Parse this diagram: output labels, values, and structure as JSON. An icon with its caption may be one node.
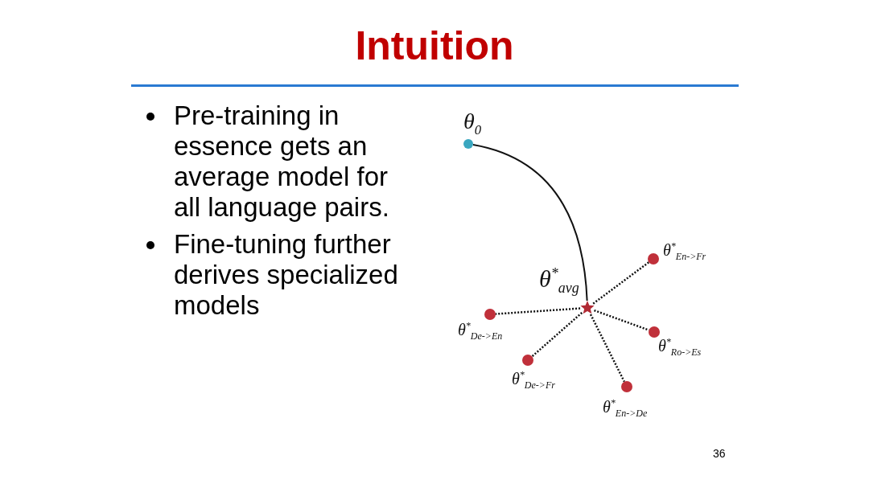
{
  "diagram": {
    "title": "Intuition",
    "nodes": [
      {
        "text": [],
        "shape": "circle",
        "beside": [
          "θ$_{0}$"
        ]
      },
      {
        "text": [],
        "shape": "circle",
        "beside": [
          "θ$^{*}$$_{En->Fr}$"
        ]
      },
      {
        "text": [],
        "shape": "star",
        "beside": [
          "θ$^{*}$$_{avg}$"
        ]
      },
      {
        "text": [],
        "shape": "circle",
        "beside": [
          "θ$^{*}$$_{De->En}$"
        ]
      },
      {
        "text": [],
        "shape": "circle",
        "beside": [
          "θ$^{*}$$_{Ro->Es}$"
        ]
      },
      {
        "text": [],
        "shape": "circle",
        "beside": [
          "θ$^{*}$$_{De->Fr}$"
        ]
      },
      {
        "text": [],
        "shape": "circle",
        "beside": [
          "θ$^{*}$$_{En->De}$"
        ]
      }
    ],
    "edges": [
      {
        "from": 0,
        "to": 2,
        "arrow": "none"
      },
      {
        "from": 2,
        "to": 1,
        "arrow": "none",
        "style": "dashed"
      },
      {
        "from": 2,
        "to": 3,
        "arrow": "none",
        "style": "dashed"
      },
      {
        "from": 2,
        "to": 4,
        "arrow": "none",
        "style": "dashed"
      },
      {
        "from": 2,
        "to": 5,
        "arrow": "none",
        "style": "dashed"
      },
      {
        "from": 2,
        "to": 6,
        "arrow": "none",
        "style": "dashed"
      }
    ],
    "labels": [
      "Pre-training in essence gets an average model for all language pairs.",
      "Fine-tuning further derives specialized models",
      "36"
    ]
  }
}
